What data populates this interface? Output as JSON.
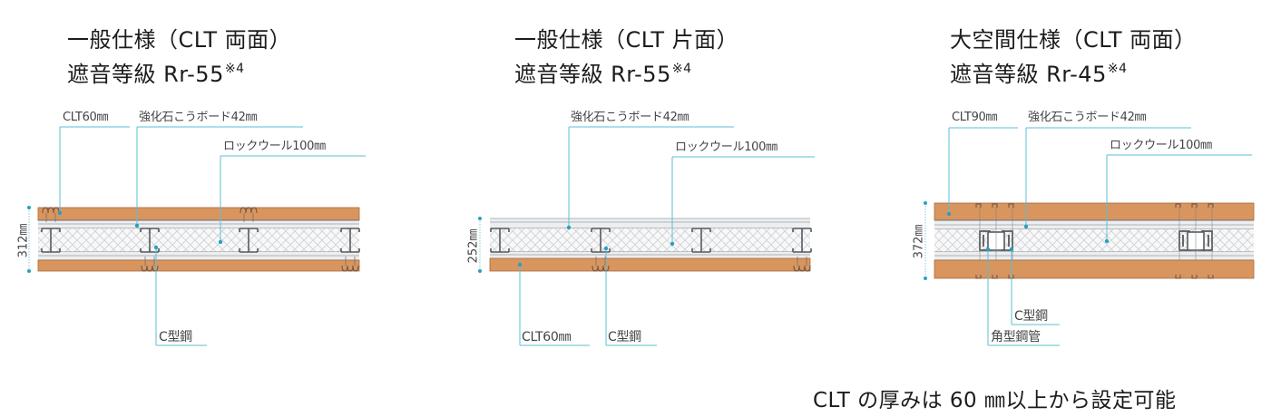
{
  "colors": {
    "clt": "#d9955e",
    "clt_edge": "#a8683a",
    "plaster": "#e9ecef",
    "plaster_line": "#8a8f96",
    "wool_bg": "#f7f7f7",
    "wool_hatch": "#c9ccd0",
    "steel": "#555a60",
    "leader": "#5bbfd6",
    "text": "#1c1c1c"
  },
  "panels": [
    {
      "id": "general-both",
      "title_line1": "一般仕様（CLT 両面）",
      "title_line2": "遮音等級 Rr-55",
      "title_sup": "※4",
      "total_thickness": "312㎜",
      "labels": {
        "clt": "CLT60㎜",
        "plaster": "強化石こうボード42㎜",
        "rockwool": "ロックウール100㎜",
        "c_steel": "C型鋼"
      }
    },
    {
      "id": "general-single",
      "title_line1": "一般仕様（CLT 片面）",
      "title_line2": "遮音等級 Rr-55",
      "title_sup": "※4",
      "total_thickness": "252㎜",
      "labels": {
        "plaster": "強化石こうボード42㎜",
        "rockwool": "ロックウール100㎜",
        "clt": "CLT60㎜",
        "c_steel": "C型鋼"
      }
    },
    {
      "id": "large-space-both",
      "title_line1": "大空間仕様（CLT 両面）",
      "title_line2": "遮音等級 Rr-45",
      "title_sup": "※4",
      "total_thickness": "372㎜",
      "labels": {
        "clt": "CLT90㎜",
        "plaster": "強化石こうボード42㎜",
        "rockwool": "ロックウール100㎜",
        "c_steel": "C型鋼",
        "square_tube": "角型鋼管"
      }
    }
  ],
  "footnote": "CLT の厚みは 60 ㎜以上から設定可能"
}
